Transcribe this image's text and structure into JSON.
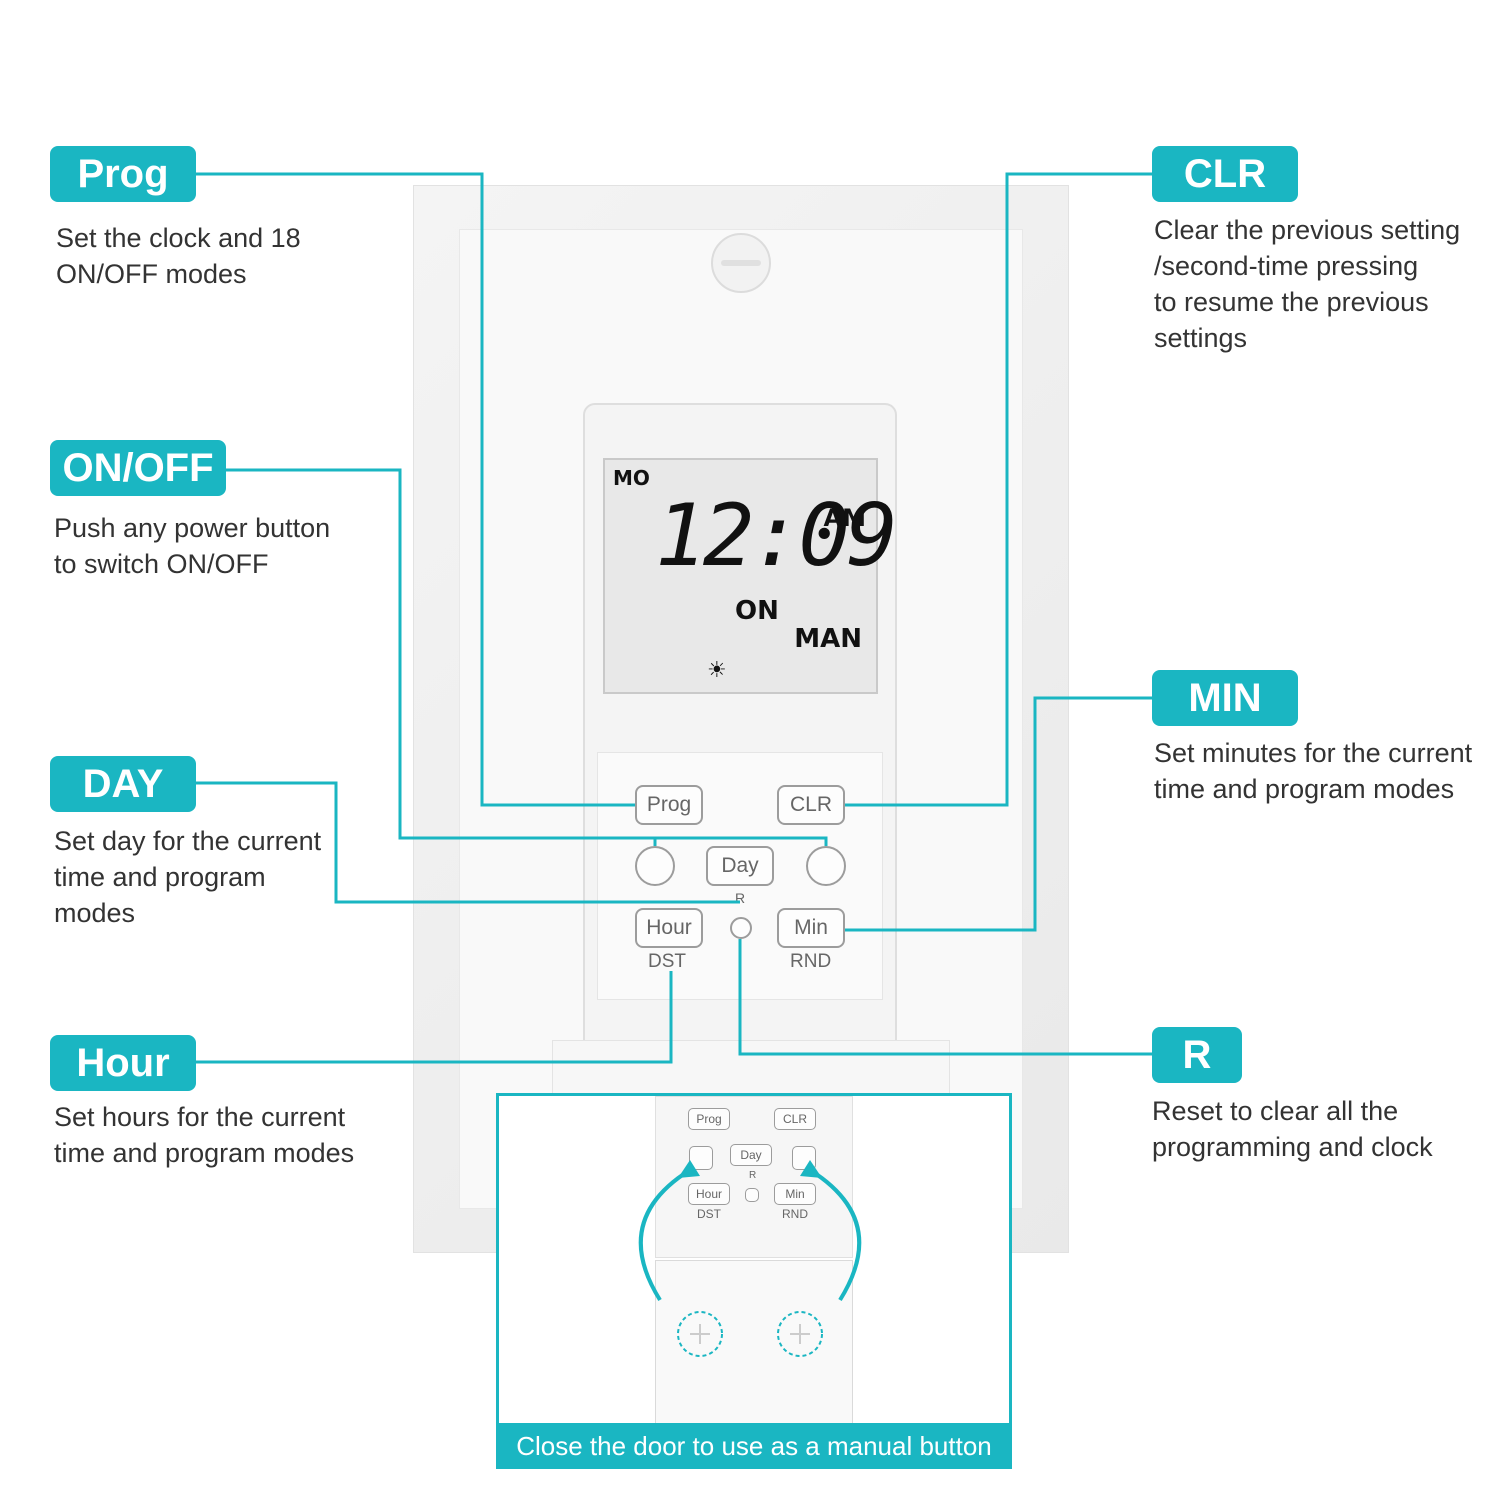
{
  "callouts": {
    "prog": {
      "label": "Prog",
      "desc": "Set the clock and 18\nON/OFF modes"
    },
    "onoff": {
      "label": "ON/OFF",
      "desc": "Push any power button\nto switch ON/OFF"
    },
    "day": {
      "label": "DAY",
      "desc": "Set day for the current\ntime and program\nmodes"
    },
    "hour": {
      "label": "Hour",
      "desc": "Set hours for the current\ntime and program modes"
    },
    "clr": {
      "label": "CLR",
      "desc": "Clear the previous setting\n/second-time pressing\nto resume the previous\nsettings"
    },
    "min": {
      "label": "MIN",
      "desc": "Set minutes for the current\ntime and program modes"
    },
    "r": {
      "label": "R",
      "desc": "Reset to clear all the\nprogramming and clock"
    }
  },
  "lcd": {
    "day": "MO",
    "time": "12:09",
    "ampm": "AM",
    "state": "ON",
    "mode": "MAN",
    "symbol": "☀"
  },
  "keypad": {
    "prog": "Prog",
    "clr": "CLR",
    "day": "Day",
    "r": "R",
    "hour": "Hour",
    "dst": "DST",
    "min": "Min",
    "rnd": "RND"
  },
  "inset": {
    "caption": "Close the door to use as a manual button"
  },
  "colors": {
    "accent": "#1ab6c2"
  }
}
